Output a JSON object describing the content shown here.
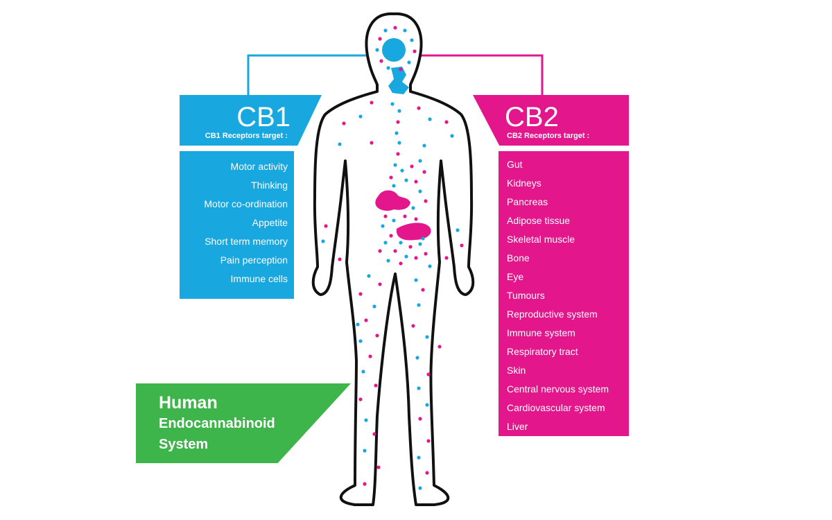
{
  "cb1": {
    "title": "CB1",
    "subtitle": "CB1 Receptors target :",
    "color": "#19a7e0",
    "items": [
      "Motor activity",
      "Thinking",
      "Motor co-ordination",
      "Appetite",
      "Short term memory",
      "Pain perception",
      "Immune cells"
    ]
  },
  "cb2": {
    "title": "CB2",
    "subtitle": "CB2 Receptors target :",
    "color": "#e3168c",
    "items": [
      "Gut",
      "Kidneys",
      "Pancreas",
      "Adipose tissue",
      "Skeletal muscle",
      "Bone",
      "Eye",
      "Tumours",
      "Reproductive system",
      "Immune system",
      "Respiratory tract",
      "Skin",
      "Central nervous system",
      "Cardiovascular system",
      "Liver"
    ]
  },
  "label": {
    "line1": "Human",
    "line2": "Endocannabinoid",
    "line3": "System",
    "color": "#3db54a"
  },
  "body": {
    "outline_color": "#111111"
  }
}
